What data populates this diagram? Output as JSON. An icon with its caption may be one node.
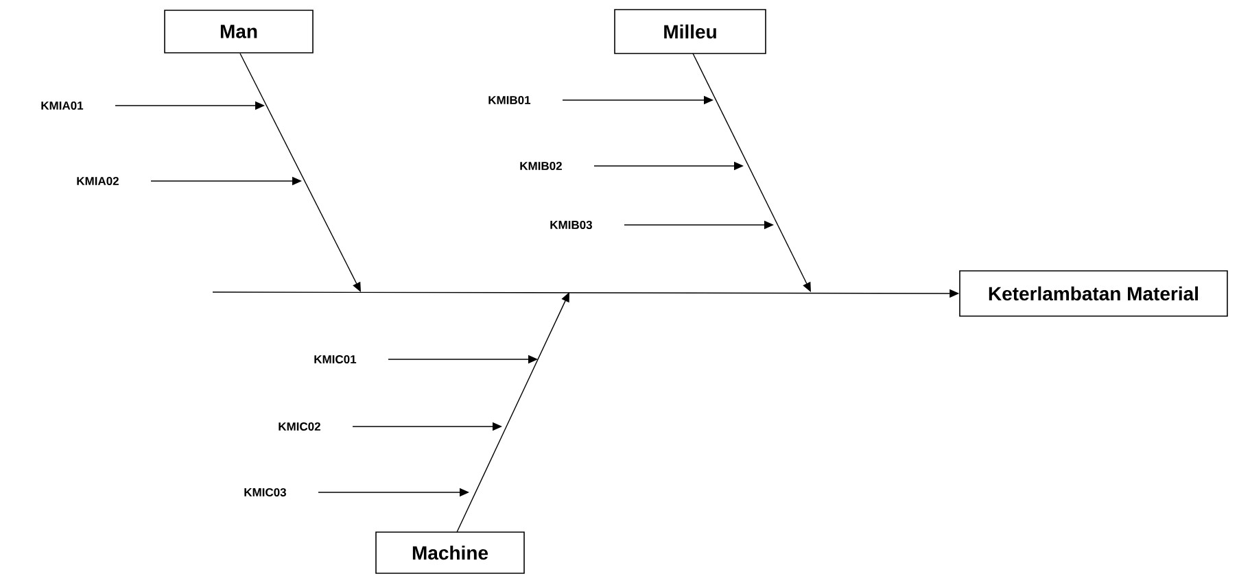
{
  "diagram": {
    "nodes": [
      {
        "text": [
          "Man"
        ]
      },
      {
        "text": [
          "Milleu"
        ]
      },
      {
        "text": [
          "KMIA01"
        ]
      },
      {
        "text": [
          "KMIA02"
        ]
      },
      {
        "text": [
          "KMIB01"
        ]
      },
      {
        "text": [
          "KMIB02"
        ]
      },
      {
        "text": [
          "KMIB03"
        ]
      },
      {
        "text": [
          "Keterlambatan Material"
        ]
      },
      {
        "text": [
          "KMIC01"
        ]
      },
      {
        "text": [
          "KMIC02"
        ]
      },
      {
        "text": [
          "KMIC03"
        ]
      },
      {
        "text": [
          "Machine"
        ]
      }
    ],
    "edges": [
      {
        "from": null,
        "to": 7,
        "arrow": "to"
      },
      {
        "from": 0,
        "to": null,
        "arrow": "to"
      },
      {
        "from": 1,
        "to": null,
        "arrow": "to"
      },
      {
        "from": 11,
        "to": null,
        "arrow": "to"
      },
      {
        "from": 2,
        "to": null,
        "arrow": "to"
      },
      {
        "from": 3,
        "to": null,
        "arrow": "to"
      },
      {
        "from": 4,
        "to": null,
        "arrow": "to"
      },
      {
        "from": 5,
        "to": null,
        "arrow": "to"
      },
      {
        "from": 6,
        "to": null,
        "arrow": "to"
      },
      {
        "from": 8,
        "to": null,
        "arrow": "to"
      },
      {
        "from": 9,
        "to": null,
        "arrow": "to"
      },
      {
        "from": 10,
        "to": null,
        "arrow": "to"
      }
    ]
  }
}
